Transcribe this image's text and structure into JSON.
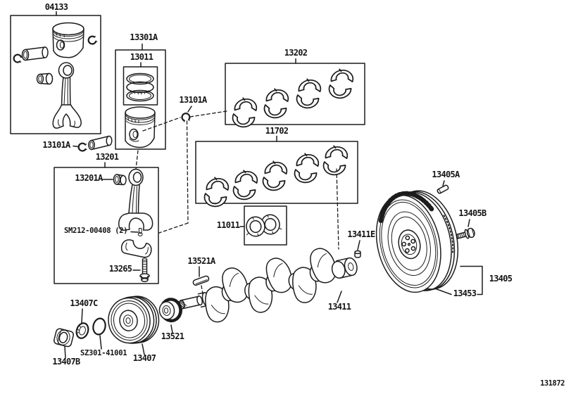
{
  "diagram_title": "crankshaft-piston-parts-diagram",
  "colors": {
    "ink": "#1c1c1c",
    "background": "#ffffff"
  },
  "figure_footer": "131872",
  "callouts": {
    "piston_kit": "04133",
    "piston_sub_assy": "13301A",
    "ring_set": "13011",
    "conrod_bearing_set": "13202",
    "pin_ring_left": "13101A",
    "pin_ring_mid": "13101A",
    "main_bearing_set": "11702",
    "conrod_box": "13201",
    "conrod_bushing": "13201A",
    "conrod_bolt_sm": "SM212-00408 (2)",
    "conrod_cap_bolt": "13265",
    "thrust_washer": "11011",
    "crank_key": "13521A",
    "crank_dowel": "13411E",
    "crankshaft": "13411",
    "flywheel_pin": "13405A",
    "flywheel_bolt": "13405B",
    "flywheel": "13405",
    "ring_gear": "13453",
    "pulley_washer": "13407C",
    "pulley_nut": "13407B",
    "pulley_oring": "SZ301-41001",
    "pulley": "13407",
    "timing_gear": "13521"
  }
}
